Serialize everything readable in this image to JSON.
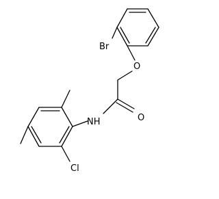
{
  "labels": {
    "br": "Br",
    "o_ether": "O",
    "o_carbonyl": "O",
    "nh": "NH",
    "cl": "Cl"
  }
}
